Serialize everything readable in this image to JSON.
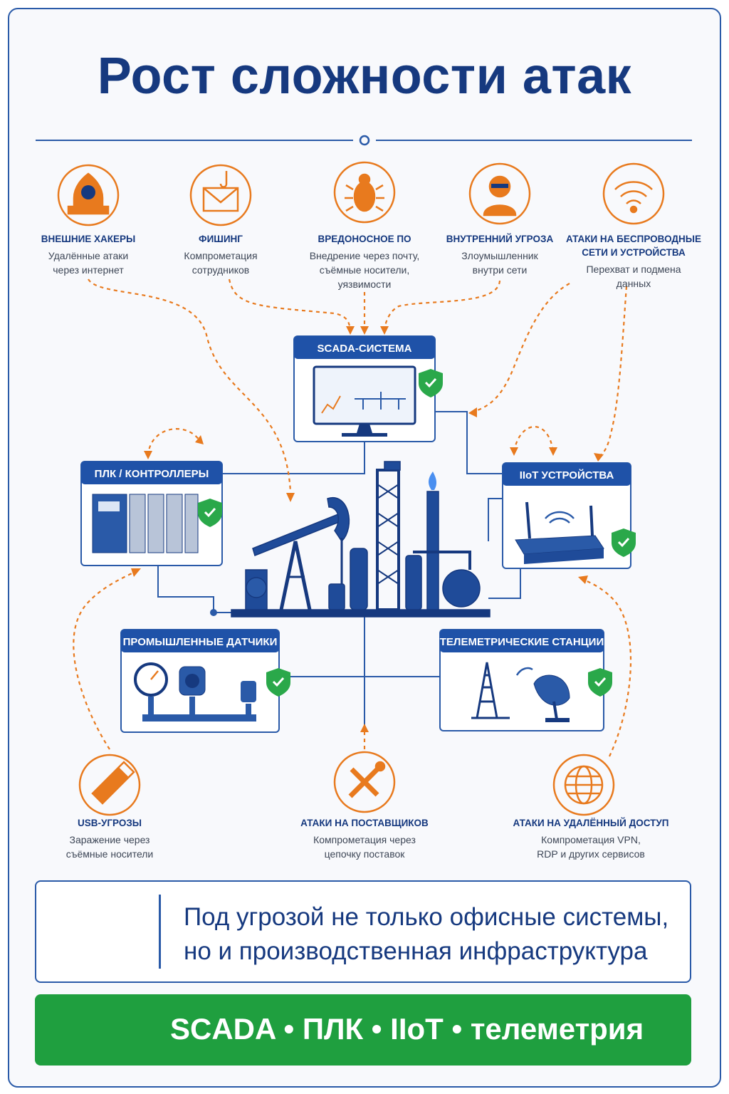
{
  "title": "Рост сложности атак",
  "colors": {
    "navy": "#16397f",
    "blue": "#2a5aa8",
    "orange": "#e87a1e",
    "green": "#1f9f3f",
    "text": "#3d4656"
  },
  "threats_top": [
    {
      "icon": "hacker-icon",
      "name": "ВНЕШНИЕ ХАКЕРЫ",
      "desc": [
        "Удалённые атаки",
        "через интернет"
      ]
    },
    {
      "icon": "phishing-icon",
      "name": "ФИШИНГ",
      "desc": [
        "Компрометация",
        "сотрудников"
      ]
    },
    {
      "icon": "bug-icon",
      "name": "ВРЕДОНОСНОЕ ПО",
      "desc": [
        "Внедрение через почту,",
        "съёмные носители,",
        "уязвимости"
      ]
    },
    {
      "icon": "insider-icon",
      "name": "ВНУТРЕННИЙ УГРОЗА",
      "desc": [
        "Злоумышленник",
        "внутри сети"
      ]
    },
    {
      "icon": "wifi-icon",
      "name": "АТАКИ НА БЕСПРОВОДНЫЕ СЕТИ И УСТРОЙСТВА",
      "desc": [
        "Перехват и подмена",
        "данных"
      ]
    }
  ],
  "threats_bottom": [
    {
      "icon": "usb-icon",
      "name": "USB-УГРОЗЫ",
      "desc": [
        "Заражение через",
        "съёмные носители"
      ]
    },
    {
      "icon": "tools-icon",
      "name": "АТАКИ НА ПОСТАВЩИКОВ",
      "desc": [
        "Компрометация через",
        "цепочку поставок"
      ]
    },
    {
      "icon": "globe-icon",
      "name": "АТАКИ НА УДАЛЁННЫЙ ДОСТУП",
      "desc": [
        "Компрометация VPN,",
        "RDP и других сервисов"
      ]
    }
  ],
  "nodes": {
    "scada": "SCADA-СИСТЕМА",
    "plc": "ПЛК / КОНТРОЛЛЕРЫ",
    "iiot": "IIoT УСТРОЙСТВА",
    "sensors": "ПРОМЫШЛЕННЫЕ ДАТЧИКИ",
    "telemetry": "ТЕЛЕМЕТРИЧЕСКИЕ СТАНЦИИ"
  },
  "callout": {
    "icon": "warning-shield-icon",
    "lines": [
      "Под угрозой не только офисные системы,",
      "но и производственная инфраструктура"
    ]
  },
  "banner": {
    "icon": "check-shield-icon",
    "text": "SCADA • ПЛК • IIoT • телеметрия"
  }
}
